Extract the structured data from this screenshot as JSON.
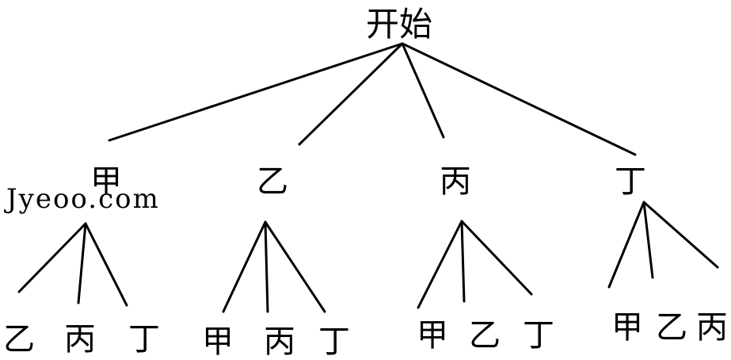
{
  "watermark": "Jyeoo.com",
  "tree": {
    "root": "开始",
    "branches": [
      {
        "label": "甲",
        "children": [
          "乙",
          "丙",
          "丁"
        ]
      },
      {
        "label": "乙",
        "children": [
          "甲",
          "丙",
          "丁"
        ]
      },
      {
        "label": "丙",
        "children": [
          "甲",
          "乙",
          "丁"
        ]
      },
      {
        "label": "丁",
        "children": [
          "甲",
          "乙",
          "丙"
        ]
      }
    ]
  }
}
